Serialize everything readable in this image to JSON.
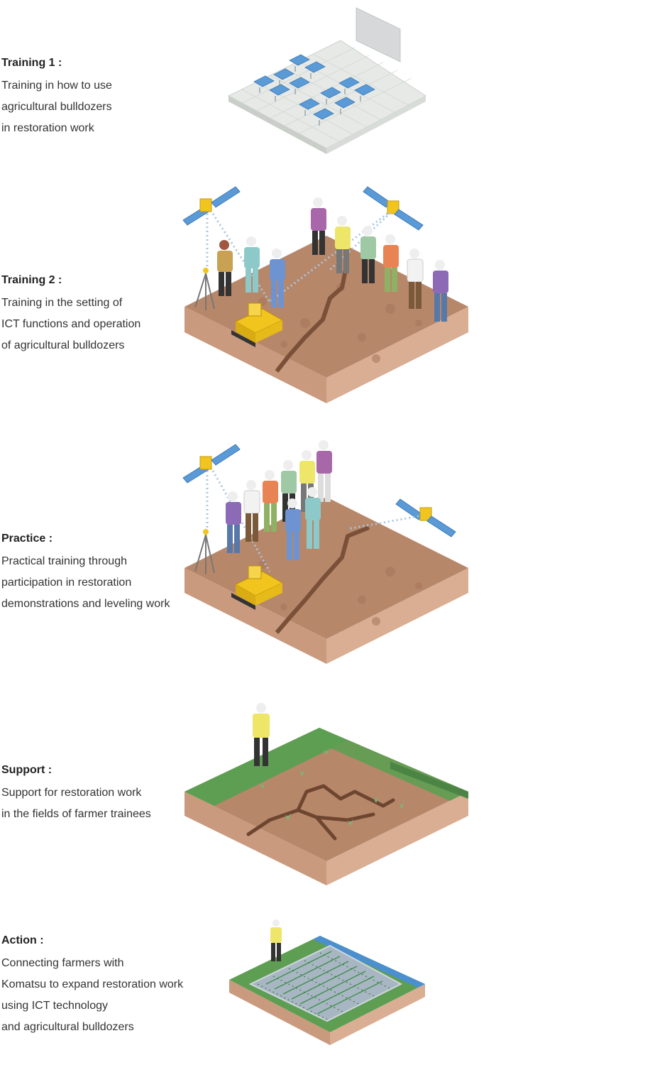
{
  "stages": [
    {
      "title": "Training 1 :",
      "lines": [
        "Training in how to use",
        "agricultural bulldozers",
        "in restoration work"
      ],
      "illustration_icon": "classroom-icon"
    },
    {
      "title": "Training 2 :",
      "lines": [
        "Training in the setting of",
        "ICT functions and operation",
        "of agricultural bulldozers"
      ],
      "illustration_icon": "field-training-icon"
    },
    {
      "title": "Practice :",
      "lines": [
        "Practical training through",
        "participation in restoration",
        "demonstrations and leveling work"
      ],
      "illustration_icon": "field-practice-icon"
    },
    {
      "title": "Support :",
      "lines": [
        "Support for restoration work",
        "in the fields of farmer trainees"
      ],
      "illustration_icon": "cracked-field-icon"
    },
    {
      "title": "Action :",
      "lines": [
        "Connecting farmers with",
        "Komatsu to expand restoration work",
        "using ICT technology",
        "and agricultural bulldozers"
      ],
      "illustration_icon": "rice-paddy-icon"
    }
  ],
  "colors": {
    "soil_top": "#b7876a",
    "soil_side": "#d2a487",
    "soil_dark": "#9c6e52",
    "grass": "#5d9e52",
    "floor": "#e6e9e6",
    "bulldozer": "#f2c51e",
    "solar_panel": "#5a9ad6",
    "water": "#4b8fcf"
  }
}
